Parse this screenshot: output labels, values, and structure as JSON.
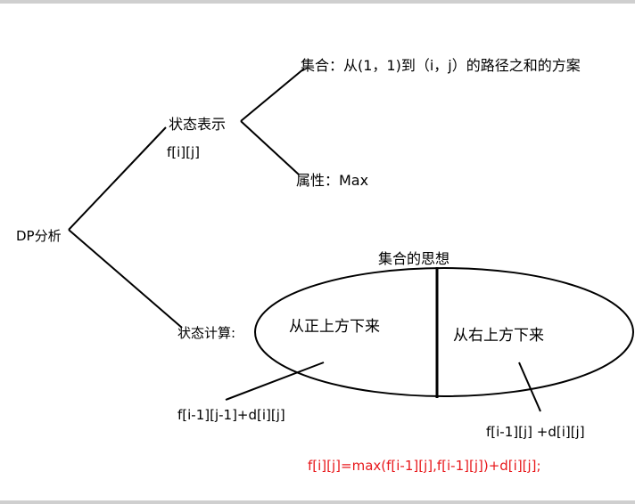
{
  "diagram": {
    "root": "DP分析",
    "state_representation": {
      "title": "状态表示",
      "notation": "f[i][j]",
      "set": "集合：从(1，1)到（i，j）的路径之和的方案",
      "attribute": "属性：Max"
    },
    "state_computation": {
      "title": "状态计算:",
      "set_idea_label": "集合的思想",
      "left_region": "从正上方下来",
      "right_region": "从右上方下来",
      "left_formula": "f[i-1][j-1]+d[i][j]",
      "right_formula": "f[i-1][j] +d[i][j]"
    },
    "recurrence": "f[i][j]=max(f[i-1][j],f[i-1][j])+d[i][j];",
    "colors": {
      "lines": "#000000",
      "recurrence_text": "#e8191c",
      "frame": "#cfcfcf"
    }
  }
}
